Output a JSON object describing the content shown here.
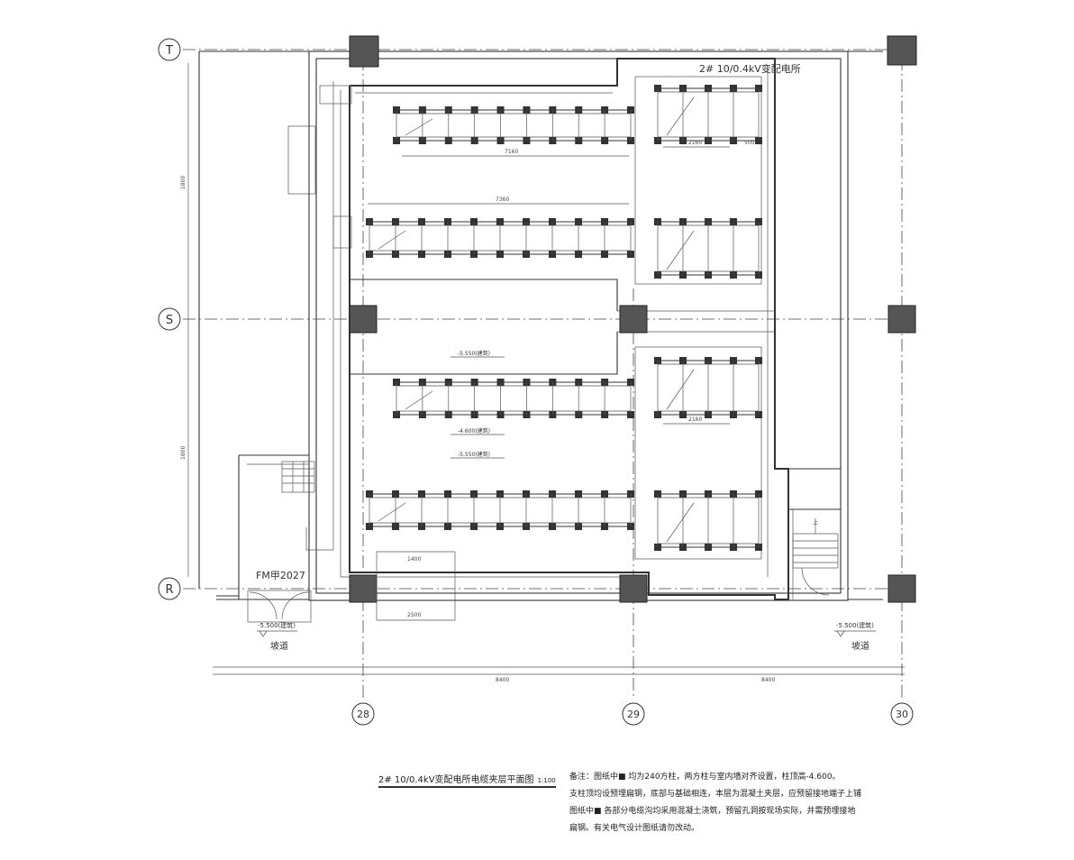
{
  "axes": {
    "rows": [
      "T",
      "S",
      "R"
    ],
    "cols": [
      "28",
      "29",
      "30"
    ]
  },
  "room_label": "2#  10/0.4kV变配电所",
  "door_label": "FM甲2027",
  "elevations": {
    "left_bottom": "-5.500(建筑)",
    "right_bottom": "-5.500(建筑)",
    "trench_top": "-5.550(建筑)",
    "trench_mid1": "-4.600(建筑)",
    "trench_mid2": "-5.550(建筑)"
  },
  "ramp_label": "坡道",
  "ramp_label_right": "坡道",
  "dims": {
    "bay1": "8400",
    "bay2": "8400",
    "trench_len_a": "7160",
    "trench_len_b": "7360",
    "small_a": "2160",
    "small_b": "500",
    "left_a": "1800",
    "bottom_a": "2500",
    "bottom_b": "1400",
    "stair": "上"
  },
  "title": {
    "main": "2#  10/0.4kV变配电所电缆夹层平面图",
    "scale": "1:100"
  },
  "notes": [
    "备注：图纸中■ 均为240方柱，两方柱与室内墙对齐设置，柱顶高-4.600。",
    "支柱顶均设预埋扁钢，底部与基础相连，本层为混凝土夹层，应预留接地端子上铺",
    "图纸中■ 各部分电缆沟均采用混凝土浇筑，预留孔洞按现场实际，并需预埋接地",
    "扁钢。有关电气设计图纸请勿改动。"
  ]
}
